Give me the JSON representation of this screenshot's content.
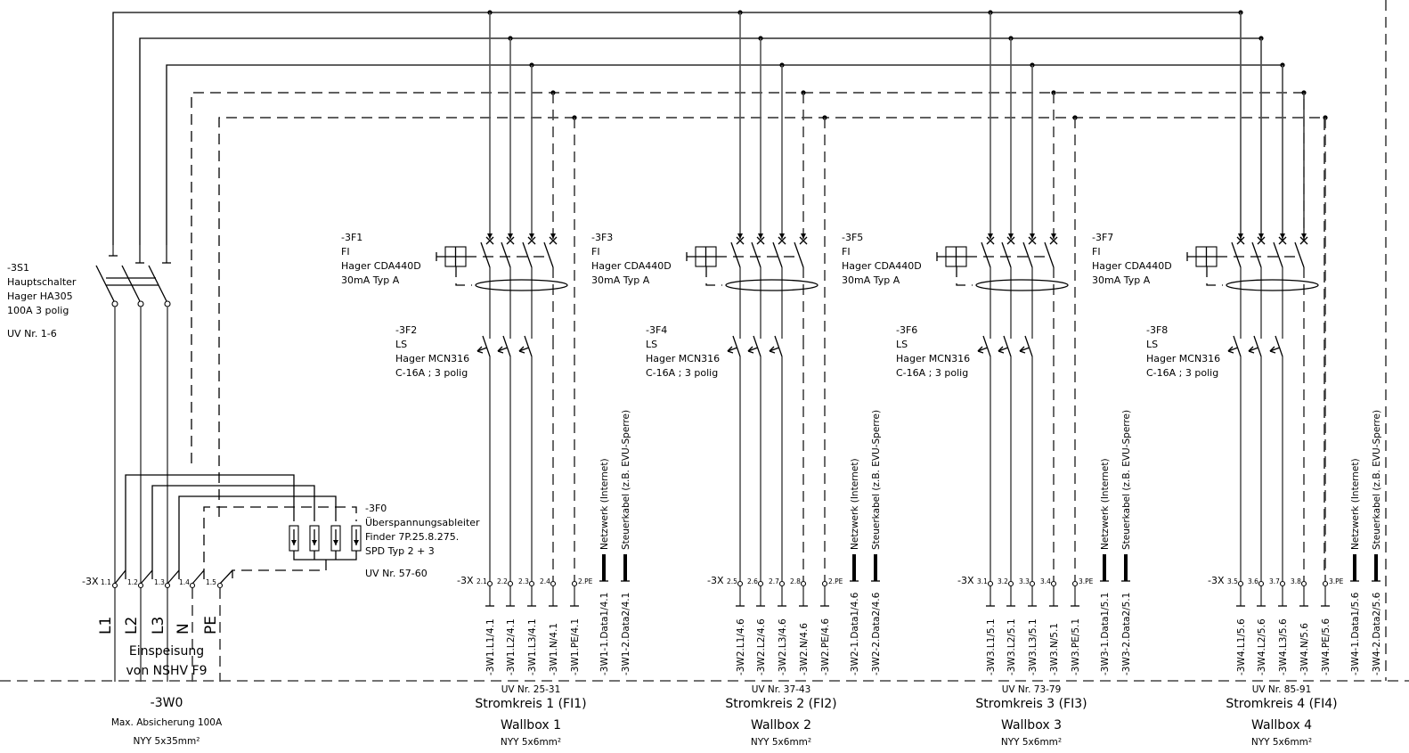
{
  "main_switch": {
    "id": "-3S1",
    "type": "Hauptschalter",
    "model": "Hager HA305",
    "rating": "100A 3 polig",
    "uv": "UV Nr. 1-6"
  },
  "surge_protector": {
    "id": "-3F0",
    "type": "Überspannungsableiter",
    "model": "Finder 7P.25.8.275.",
    "spd": "SPD Typ 2 + 3",
    "uv": "UV Nr. 57-60"
  },
  "feed": {
    "terminal_prefix": "-3X",
    "terminals": [
      "1.1",
      "1.2",
      "1.3",
      "1.4",
      "1.5"
    ],
    "conductors": [
      "L1",
      "L2",
      "L3",
      "N",
      "PE"
    ],
    "title_line1": "Einspeisung",
    "title_line2": "von NSHV F9",
    "cable_id": "-3W0",
    "fuse": "Max. Absicherung 100A",
    "cable": "NYY 5x35mm²"
  },
  "circuits": [
    {
      "fi": {
        "id": "-3F1",
        "type": "FI",
        "model": "Hager CDA440D",
        "rating": "30mA Typ A"
      },
      "ls": {
        "id": "-3F2",
        "type": "LS",
        "model": "Hager MCN316",
        "rating": "C-16A ; 3 polig"
      },
      "terminal_prefix": "-3X",
      "terminals": [
        "2.1",
        "2.2",
        "2.3",
        "2.4",
        "2.PE"
      ],
      "wires": [
        "-3W1.L1/4.1",
        "-3W1.L2/4.1",
        "-3W1.L3/4.1",
        "-3W1.N/4.1",
        "-3W1.PE/4.1"
      ],
      "data_wires": [
        "-3W1-1.Data1/4.1",
        "-3W1-2.Data2/4.1"
      ],
      "data_labels": [
        "Netzwerk (Internet)",
        "Steuerkabel (z.B. EVU-Sperre)"
      ],
      "uv": "UV Nr. 25-31",
      "name": "Stromkreis 1 (FI1)",
      "device": "Wallbox 1",
      "cable": "NYY 5x6mm²"
    },
    {
      "fi": {
        "id": "-3F3",
        "type": "FI",
        "model": "Hager CDA440D",
        "rating": "30mA Typ A"
      },
      "ls": {
        "id": "-3F4",
        "type": "LS",
        "model": "Hager MCN316",
        "rating": "C-16A ; 3 polig"
      },
      "terminal_prefix": "-3X",
      "terminals": [
        "2.5",
        "2.6",
        "2.7",
        "2.8",
        "2.PE"
      ],
      "wires": [
        "-3W2.L1/4.6",
        "-3W2.L2/4.6",
        "-3W2.L3/4.6",
        "-3W2.N/4.6",
        "-3W2.PE/4.6"
      ],
      "data_wires": [
        "-3W2-1.Data1/4.6",
        "-3W2-2.Data2/4.6"
      ],
      "data_labels": [
        "Netzwerk (Internet)",
        "Steuerkabel (z.B. EVU-Sperre)"
      ],
      "uv": "UV Nr. 37-43",
      "name": "Stromkreis 2 (FI2)",
      "device": "Wallbox 2",
      "cable": "NYY 5x6mm²"
    },
    {
      "fi": {
        "id": "-3F5",
        "type": "FI",
        "model": "Hager CDA440D",
        "rating": "30mA Typ A"
      },
      "ls": {
        "id": "-3F6",
        "type": "LS",
        "model": "Hager MCN316",
        "rating": "C-16A ; 3 polig"
      },
      "terminal_prefix": "-3X",
      "terminals": [
        "3.1",
        "3.2",
        "3.3",
        "3.4",
        "3.PE"
      ],
      "wires": [
        "-3W3.L1/5.1",
        "-3W3.L2/5.1",
        "-3W3.L3/5.1",
        "-3W3.N/5.1",
        "-3W3.PE/5.1"
      ],
      "data_wires": [
        "-3W3-1.Data1/5.1",
        "-3W3-2.Data2/5.1"
      ],
      "data_labels": [
        "Netzwerk (Internet)",
        "Steuerkabel (z.B. EVU-Sperre)"
      ],
      "uv": "UV Nr. 73-79",
      "name": "Stromkreis 3 (FI3)",
      "device": "Wallbox 3",
      "cable": "NYY 5x6mm²"
    },
    {
      "fi": {
        "id": "-3F7",
        "type": "FI",
        "model": "Hager CDA440D",
        "rating": "30mA Typ A"
      },
      "ls": {
        "id": "-3F8",
        "type": "LS",
        "model": "Hager MCN316",
        "rating": "C-16A ; 3 polig"
      },
      "terminal_prefix": "-3X",
      "terminals": [
        "3.5",
        "3.6",
        "3.7",
        "3.8",
        "3.PE"
      ],
      "wires": [
        "-3W4.L1/5.6",
        "-3W4.L2/5.6",
        "-3W4.L3/5.6",
        "-3W4.N/5.6",
        "-3W4.PE/5.6"
      ],
      "data_wires": [
        "-3W4-1.Data1/5.6",
        "-3W4-2.Data2/5.6"
      ],
      "data_labels": [
        "Netzwerk (Internet)",
        "Steuerkabel (z.B. EVU-Sperre)"
      ],
      "uv": "UV Nr. 85-91",
      "name": "Stromkreis 4 (FI4)",
      "device": "Wallbox 4",
      "cable": "NYY 5x6mm²"
    }
  ]
}
